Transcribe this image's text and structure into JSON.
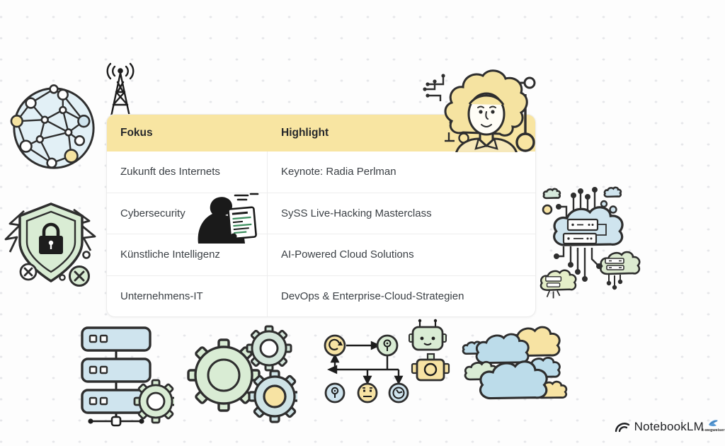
{
  "table": {
    "columns": [
      "Fokus",
      "Highlight"
    ],
    "rows": [
      {
        "fokus": "Zukunft des Internets",
        "highlight": "Keynote: Radia Perlman"
      },
      {
        "fokus": "Cybersecurity",
        "highlight": "SySS Live-Hacking Masterclass"
      },
      {
        "fokus": "Künstliche Intelligenz",
        "highlight": "AI-Powered Cloud Solutions"
      },
      {
        "fokus": "Unternehmens-IT",
        "highlight": "DevOps & Enterprise-Cloud-Strategien"
      }
    ]
  },
  "branding": {
    "logo_text": "NotebookLM",
    "watermark_text": "it-wegweiser"
  },
  "colors": {
    "header_yellow": "#f8e5a2",
    "fill_blue": "#cfe4ee",
    "fill_blue_deep": "#bcdcea",
    "fill_green": "#d9ecd4",
    "fill_yellow": "#f7e3a3",
    "outline_ink": "#2e2e2e",
    "body_text": "#3b4045"
  },
  "illustrations": [
    "network-globe",
    "radio-tower",
    "avatar-with-key",
    "shield-lock",
    "cloud-servers",
    "server-stack",
    "gears",
    "workflow-diagram",
    "clouds",
    "hacker-silhouette"
  ]
}
